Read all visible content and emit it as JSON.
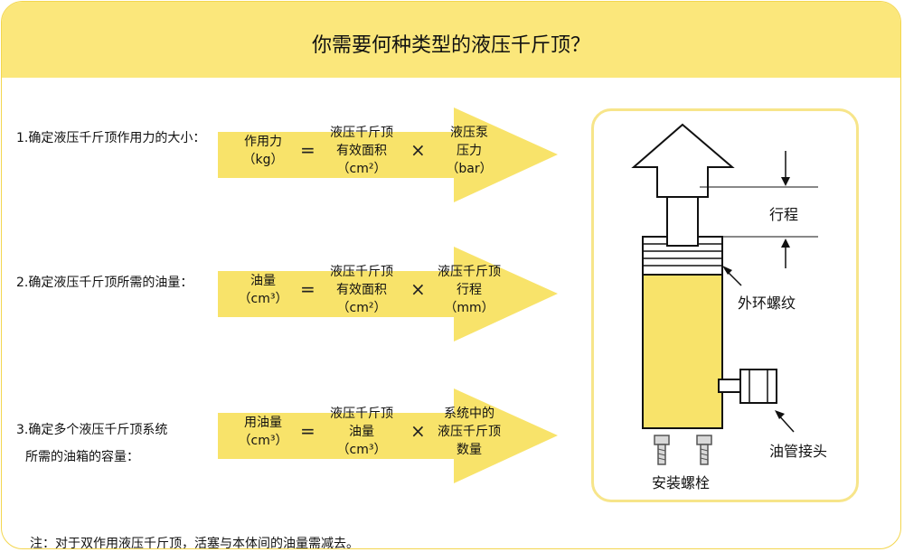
{
  "title": "你需要何种类型的液压千斤顶？",
  "rows": [
    {
      "label_lines": [
        "1.确定液压千斤顶作用力的大小："
      ],
      "result": [
        "作用力",
        "（kg）"
      ],
      "eq": "=",
      "term1": [
        "液压千斤顶",
        "有效面积",
        "（cm²）"
      ],
      "times": "×",
      "term2": [
        "液压泵",
        "压力",
        "（bar）"
      ]
    },
    {
      "label_lines": [
        "2.确定液压千斤顶所需的油量："
      ],
      "result": [
        "油量",
        "（cm³）"
      ],
      "eq": "=",
      "term1": [
        "液压千斤顶",
        "有效面积",
        "（cm²）"
      ],
      "times": "×",
      "term2": [
        "液压千斤顶",
        "行程",
        "（mm）"
      ]
    },
    {
      "label_lines": [
        "3.确定多个液压千斤顶系统",
        "所需的油箱的容量："
      ],
      "result": [
        "用油量",
        "（cm³）"
      ],
      "eq": "=",
      "term1": [
        "液压千斤顶",
        "油量",
        "（cm³）"
      ],
      "times": "×",
      "term2": [
        "系统中的",
        "液压千斤顶",
        "数量"
      ]
    }
  ],
  "note": "注：对于双作用液压千斤顶，活塞与本体间的油量需减去。",
  "diagram": {
    "stroke_label": "行程",
    "thread_label": "外环螺纹",
    "coupler_label": "油管接头",
    "bolt_label": "安装螺栓"
  },
  "colors": {
    "yellow": "#fbe77b",
    "arrow": "#f8e36a",
    "border": "#f3d64e"
  }
}
